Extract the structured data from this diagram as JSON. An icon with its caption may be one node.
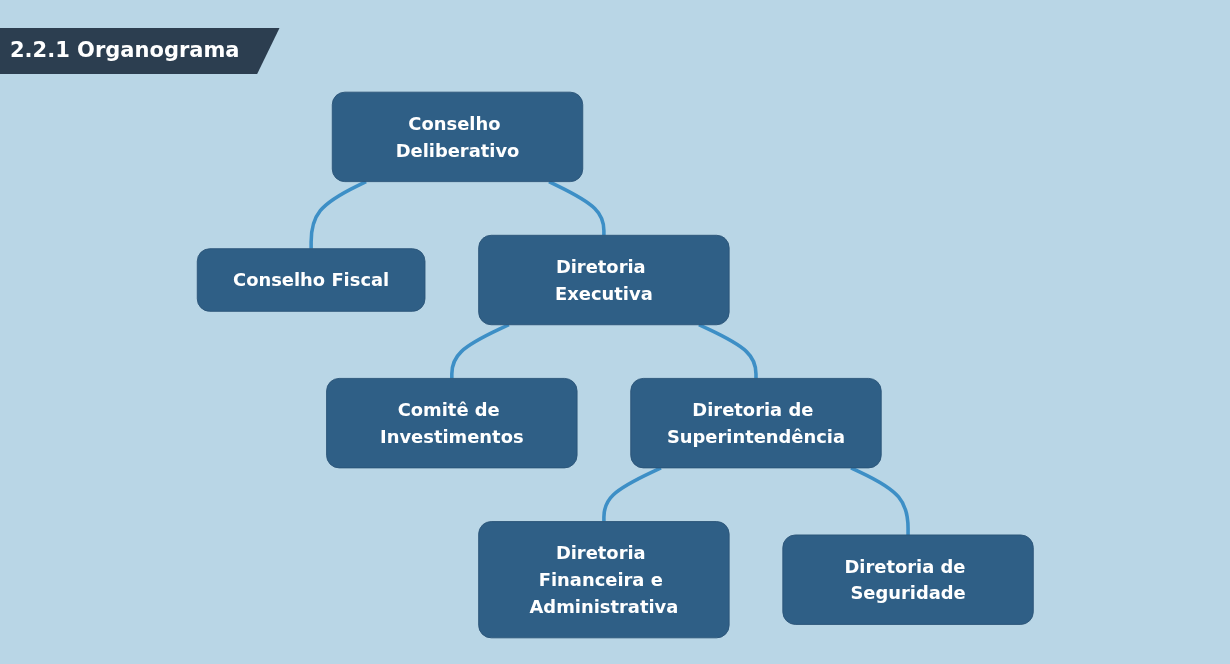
{
  "diagram": {
    "title": "2.2.1 Organograma",
    "nodes": [
      {
        "text": [
          "Conselho Deliberativo"
        ]
      },
      {
        "text": [
          "Conselho Fiscal"
        ]
      },
      {
        "text": [
          "Comitê de Investimentos"
        ]
      },
      {
        "text": [
          "Diretoria Executiva"
        ]
      },
      {
        "text": [
          "Diretoria Financeira e Administrativa"
        ]
      },
      {
        "text": [
          "Diretoria de Superintendência"
        ]
      },
      {
        "text": [
          "Diretoria de Seguridade"
        ]
      }
    ],
    "edges": [
      {
        "from": 0,
        "to": 1,
        "arrow": "none"
      },
      {
        "from": 0,
        "to": 3,
        "arrow": "none"
      },
      {
        "from": 3,
        "to": 2,
        "arrow": "none"
      },
      {
        "from": 3,
        "to": 5,
        "arrow": "none"
      },
      {
        "from": 5,
        "to": 4,
        "arrow": "none"
      },
      {
        "from": 5,
        "to": 6,
        "arrow": "none"
      }
    ]
  }
}
